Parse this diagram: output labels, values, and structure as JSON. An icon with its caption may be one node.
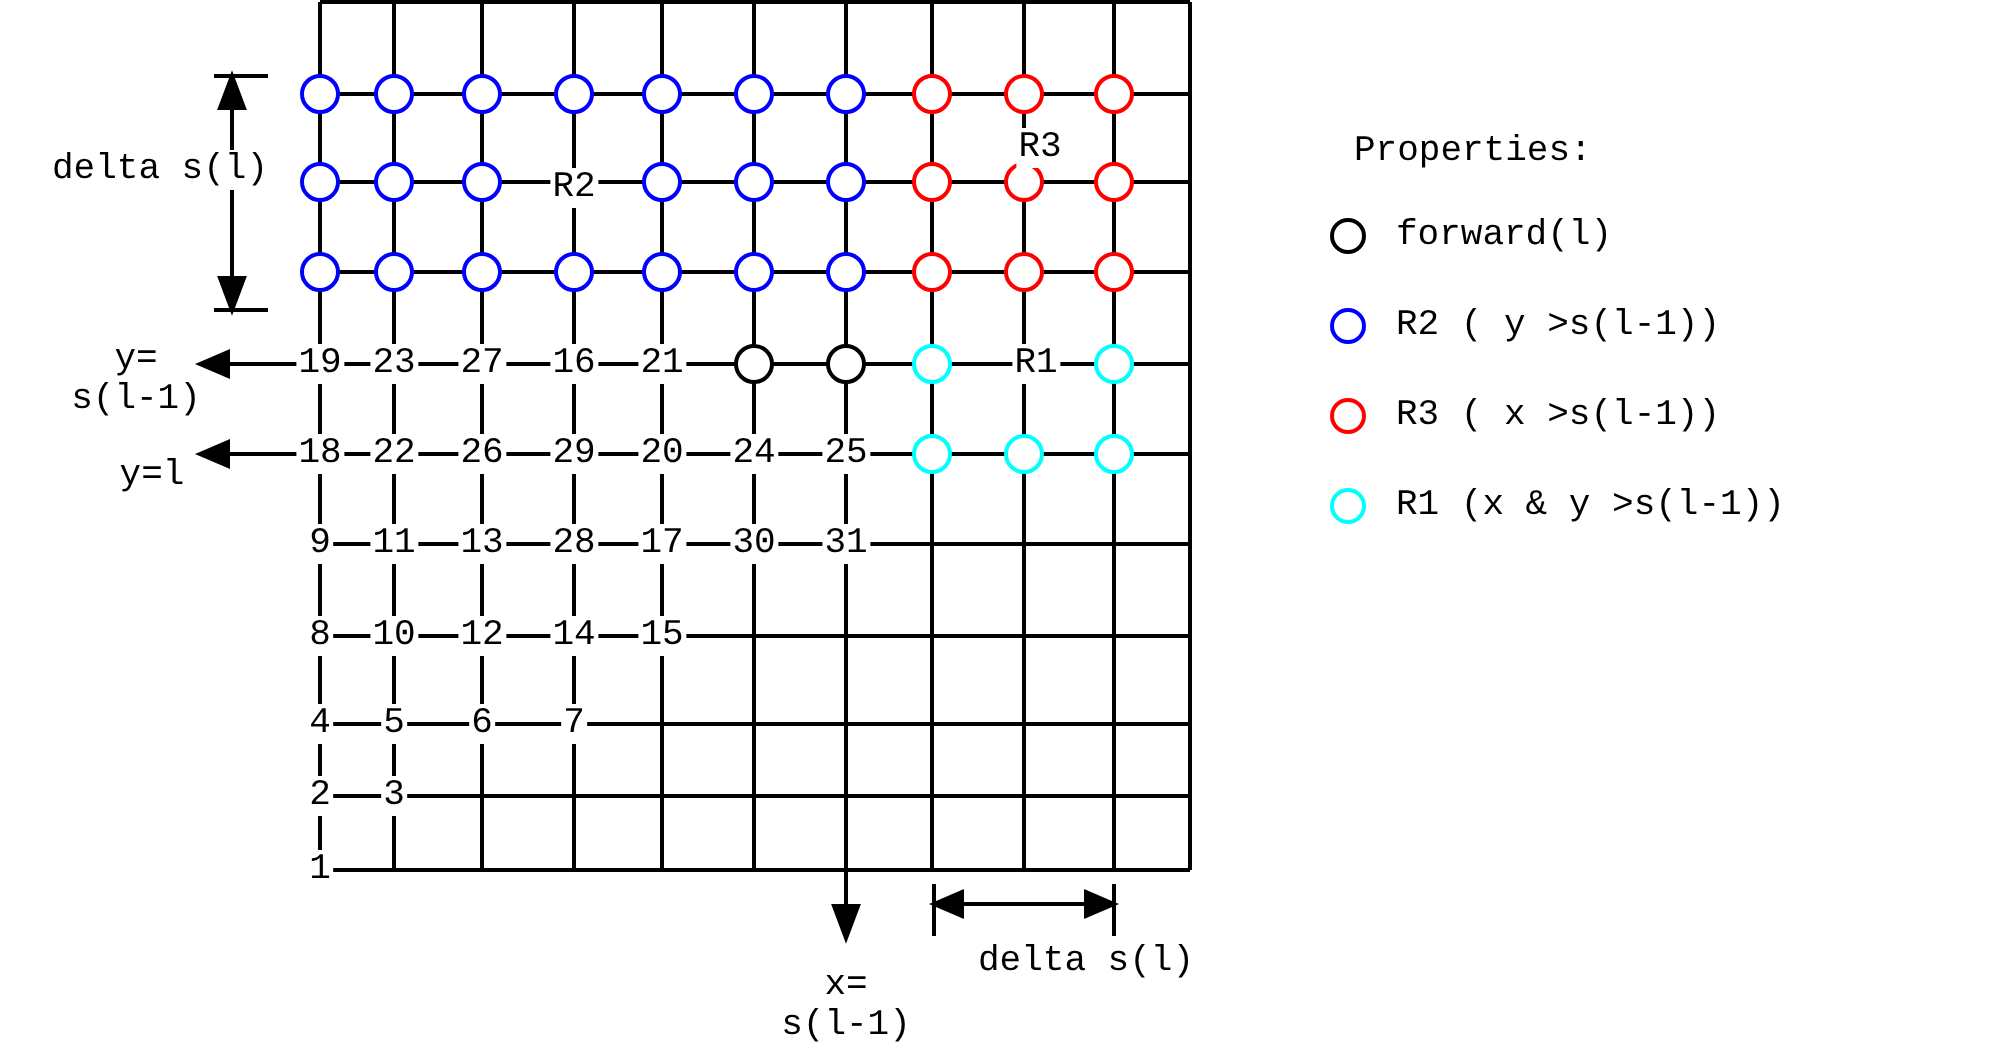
{
  "diagram": {
    "labels": [
      "delta s(l)",
      "R2",
      "R3",
      "Properties:",
      "y= s(l-1)",
      "19",
      "23",
      "27",
      "16",
      "21",
      "R1",
      "y=l",
      "18",
      "22",
      "26",
      "29",
      "20",
      "24",
      "25",
      "9",
      "11",
      "13",
      "28",
      "17",
      "30",
      "31",
      "8",
      "10",
      "12",
      "14",
      "15",
      "4",
      "5",
      "6",
      "7",
      "2",
      "3",
      "1",
      "x= s(l-1)",
      "delta s(l)"
    ],
    "legend": [
      {
        "text": "forward(l)",
        "color": "#000000"
      },
      {
        "text": "R2 ( y >s(l-1))",
        "color": "#0000ff"
      },
      {
        "text": "R3 ( x >s(l-1))",
        "color": "#ff0000"
      },
      {
        "text": "R1 (x & y >s(l-1))",
        "color": "#00ffff"
      }
    ]
  }
}
